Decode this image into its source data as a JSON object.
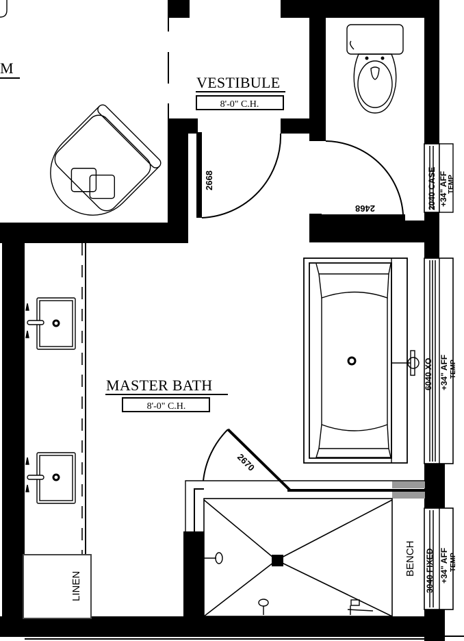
{
  "rooms": {
    "left_room_partial": {
      "label": "M"
    },
    "vestibule": {
      "label": "VESTIBULE",
      "ceiling": "8'-0\" C.H."
    },
    "master_bath": {
      "label": "MASTER BATH",
      "ceiling": "8'-0\" C.H."
    }
  },
  "doors": {
    "vestibule_door": "2668",
    "toilet_door": "2468",
    "shower_door": "2670"
  },
  "windows": {
    "toilet_window": {
      "type": "2040 CASE",
      "height": "+34\" AFF",
      "note": "TEMP"
    },
    "tub_window": {
      "type": "6040 XO",
      "height": "+34\" AFF",
      "note": "TEMP"
    },
    "shower_window": {
      "type": "3040 FIXED",
      "height": "+34\" AFF",
      "note": "TEMP"
    }
  },
  "fixtures": {
    "linen": "LINEN",
    "bench": "BENCH"
  },
  "colors": {
    "wall": "#000000",
    "background": "#ffffff",
    "glass_block": "#9a9a9a"
  }
}
